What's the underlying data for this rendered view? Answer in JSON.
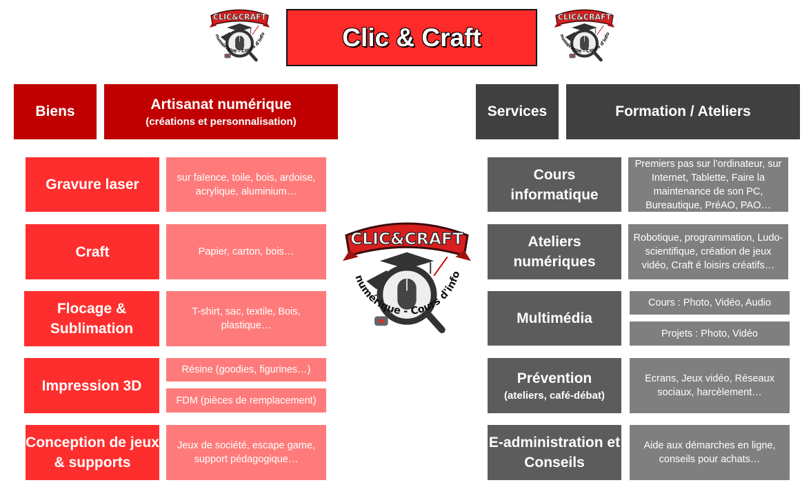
{
  "title": "Clic & Craft",
  "logo": {
    "banner": "CLIC&CRAFT",
    "ring_text": "Artisanat numérique - Cours d'informatique"
  },
  "colors": {
    "red_header": "#c00000",
    "red_label": "#ff2e2e",
    "red_detail": "#ff7b7b",
    "grey_header": "#404040",
    "grey_label": "#5c5c5c",
    "grey_detail": "#7f7f7f"
  },
  "left": {
    "header_short": "Biens",
    "header_title": "Artisanat numérique",
    "header_sub": "(créations et personnalisation)",
    "rows": [
      {
        "label": "Gravure laser",
        "details": [
          "sur faïence, toile, bois, ardoise, acrylique, aluminium…"
        ]
      },
      {
        "label": "Craft",
        "details": [
          "Papier, carton, bois…"
        ]
      },
      {
        "label": "Flocage & Sublimation",
        "details": [
          "T-shirt, sac, textile, Bois, plastique…"
        ]
      },
      {
        "label": "Impression 3D",
        "details": [
          "Résine (goodies, figurines…)",
          "FDM (pièces de remplacement)"
        ]
      },
      {
        "label": "Conception de jeux & supports",
        "details": [
          "Jeux de société, escape game, support pédagogique…"
        ]
      }
    ]
  },
  "right": {
    "header_short": "Services",
    "header_title": "Formation / Ateliers",
    "rows": [
      {
        "label": "Cours informatique",
        "details": [
          "Premiers pas sur l’ordinateur, sur Internet, Tablette, Faire la maintenance de son PC, Bureautique, PréAO, PAO…"
        ]
      },
      {
        "label": "Ateliers numériques",
        "details": [
          "Robotique, programmation, Ludo-scientifique, création de jeux vidéo, Craft é loisirs créatifs…"
        ]
      },
      {
        "label": "Multimédia",
        "details": [
          "Cours : Photo, Vidéo, Audio",
          "Projets : Photo, Vidéo"
        ]
      },
      {
        "label": "Prévention",
        "sub": "(ateliers, café-débat)",
        "details": [
          "Ecrans, Jeux vidéo, Réseaux sociaux, harcèlement…"
        ]
      },
      {
        "label": "E-administration et Conseils",
        "details": [
          "Aide aux démarches en ligne, conseils pour achats…"
        ]
      }
    ]
  }
}
